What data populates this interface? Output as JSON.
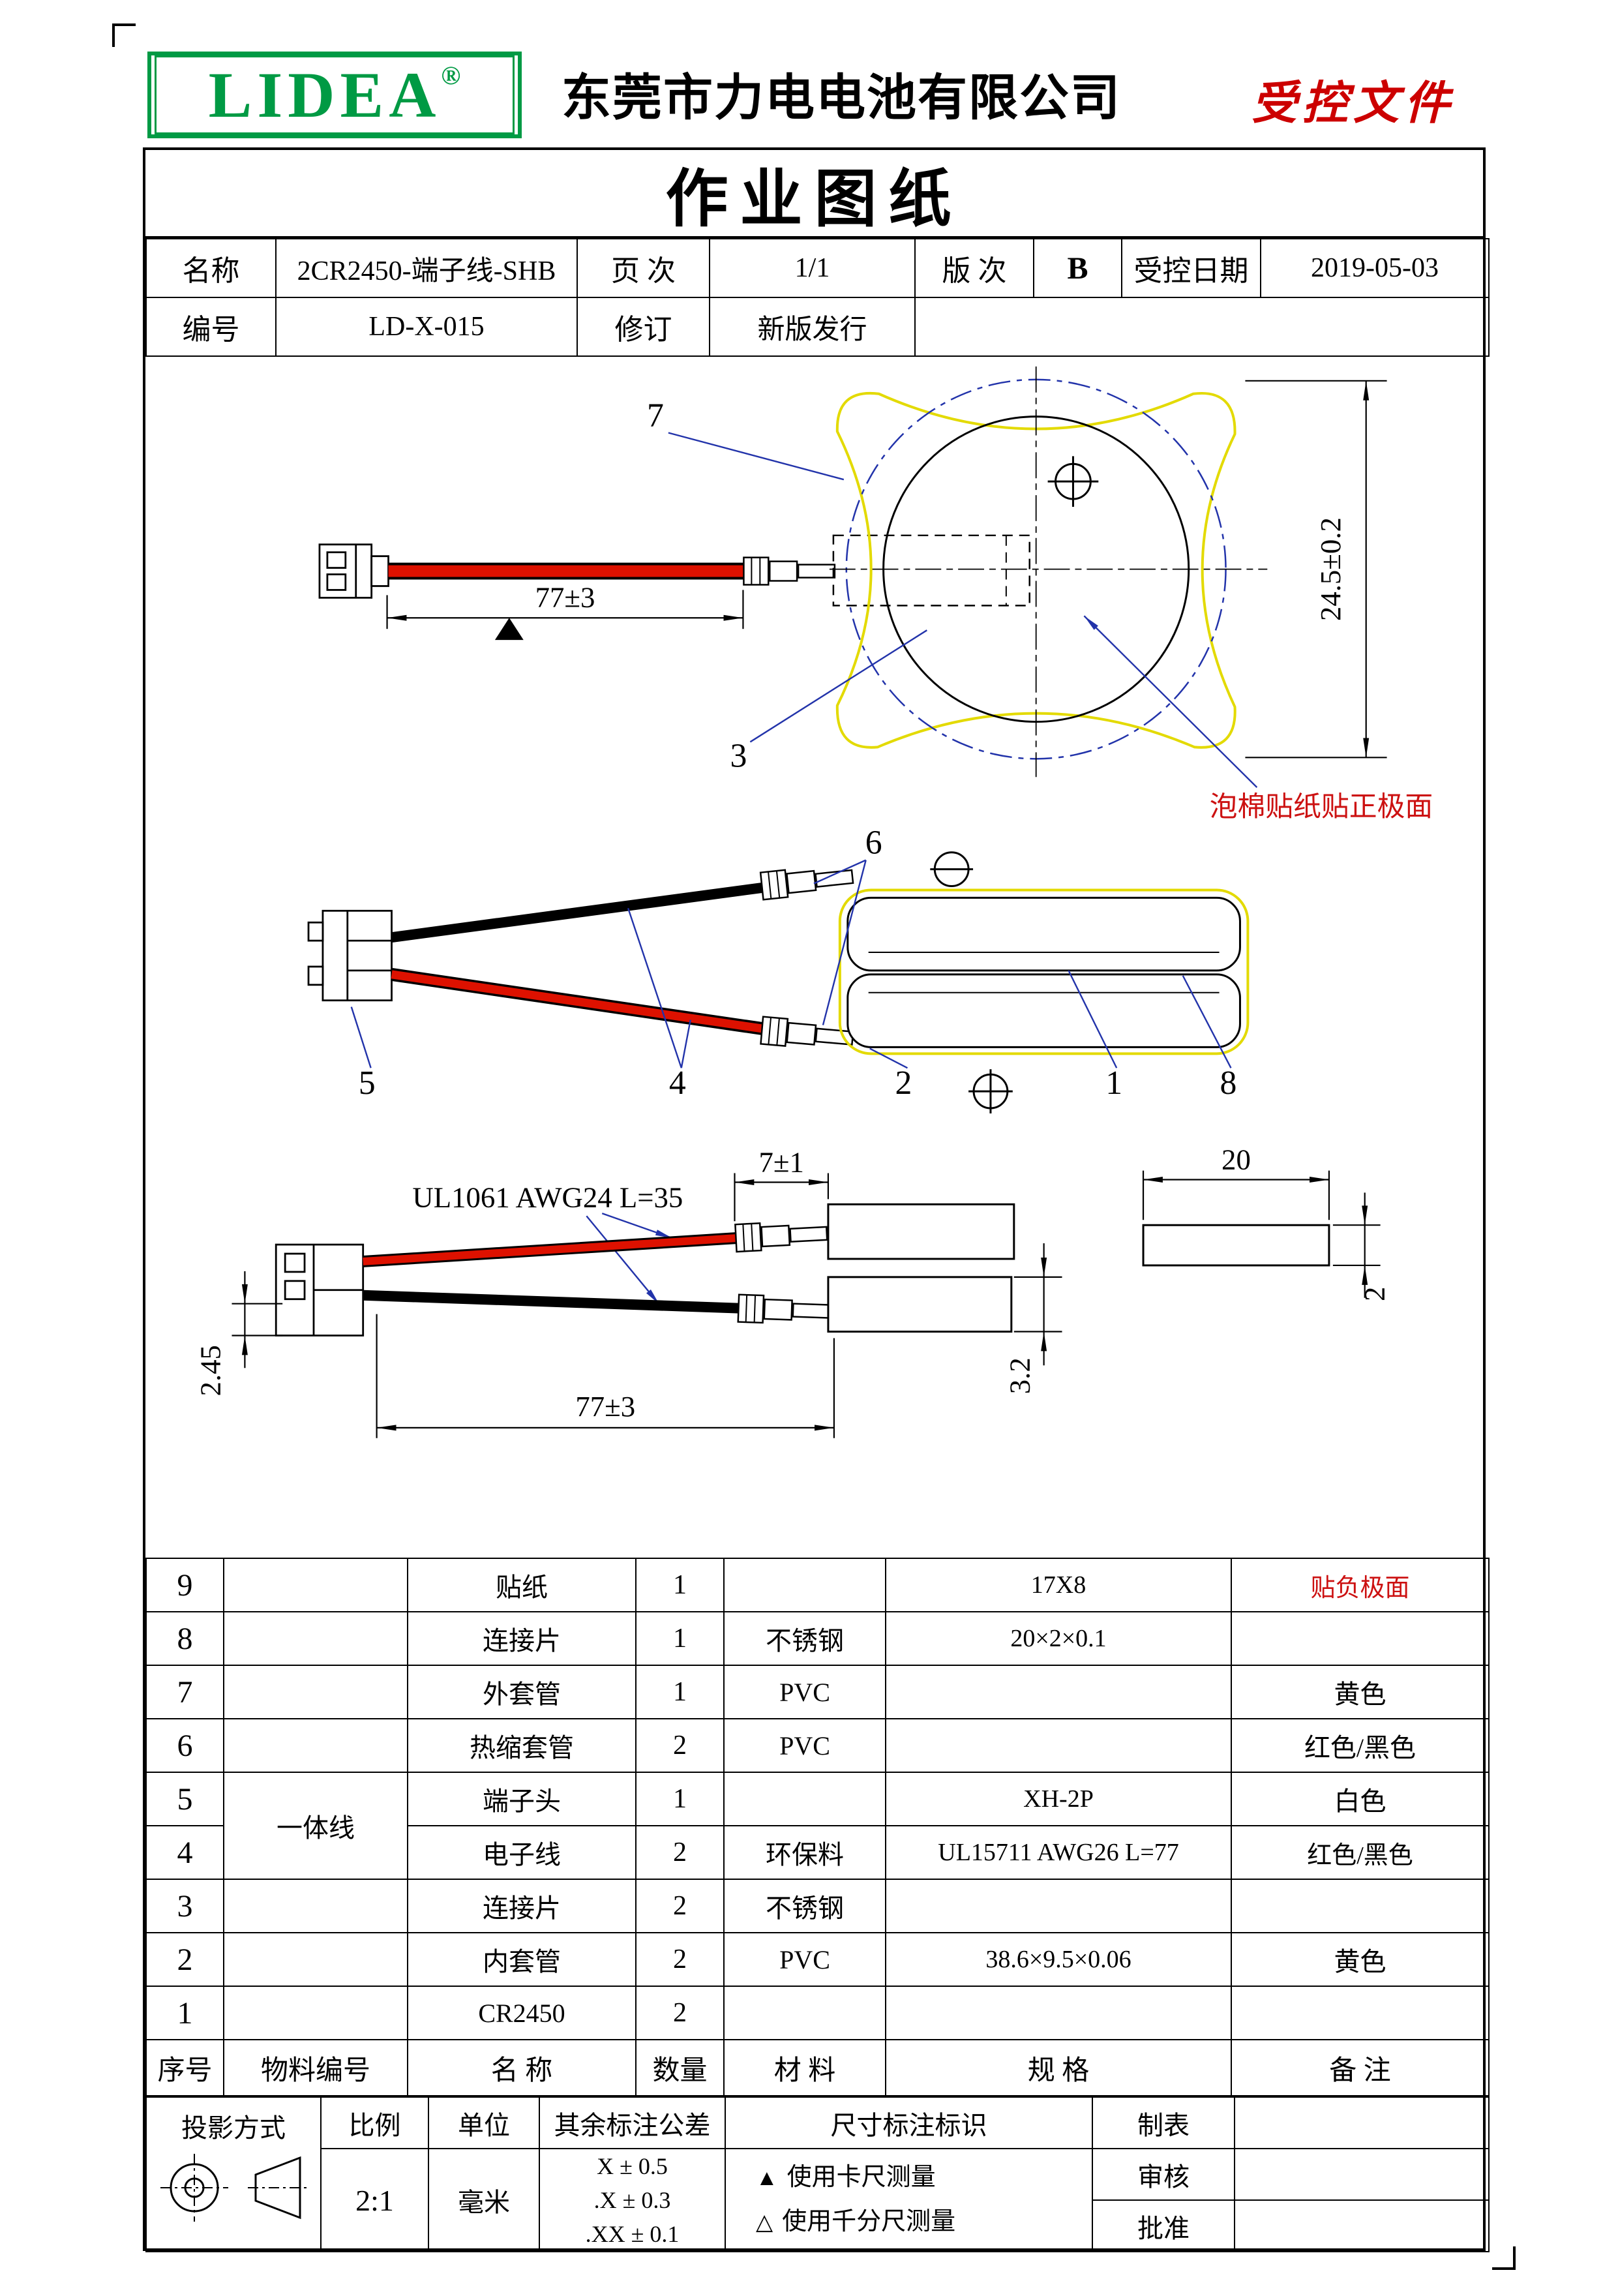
{
  "page": {
    "logo_text": "LIDEA",
    "logo_reg": "®",
    "company": "东莞市力电电池有限公司",
    "controlled_stamp": "受控文件",
    "sheet_title": "作业图纸"
  },
  "info": {
    "name_label": "名称",
    "name_value": "2CR2450-端子线-SHB",
    "page_label": "页 次",
    "page_value": "1/1",
    "rev_label": "版 次",
    "rev_value": "B",
    "date_label": "受控日期",
    "date_value": "2019-05-03",
    "code_label": "编号",
    "code_value": "LD-X-015",
    "revise_label": "修订",
    "revise_value": "新版发行"
  },
  "drawing": {
    "balloons": {
      "b1": "1",
      "b2": "2",
      "b3": "3",
      "b4": "4",
      "b5": "5",
      "b6": "6",
      "b7": "7",
      "b8": "8"
    },
    "dims": {
      "wire_len_top": "77±3",
      "battery_dia": "24.5±0.2",
      "crimp_len": "7±1",
      "wire_len_bottom": "77±3",
      "conn_pitch": "2.45",
      "sleeve_h": "3.2",
      "tab_len": "20",
      "tab_w": "2"
    },
    "wire_spec_note": "UL1061 AWG24 L=35",
    "foam_note": "泡棉贴纸贴正极面"
  },
  "bom": {
    "integrated_label": "一体线",
    "header": {
      "no": "序号",
      "part": "物料编号",
      "name": "名  称",
      "qty": "数量",
      "material": "材  料",
      "spec": "规  格",
      "note": "备  注"
    },
    "rows": [
      {
        "no": "9",
        "name": "贴纸",
        "qty": "1",
        "material": "",
        "spec": "17X8",
        "note": "贴负极面"
      },
      {
        "no": "8",
        "name": "连接片",
        "qty": "1",
        "material": "不锈钢",
        "spec": "20×2×0.1",
        "note": ""
      },
      {
        "no": "7",
        "name": "外套管",
        "qty": "1",
        "material": "PVC",
        "spec": "",
        "note": "黄色"
      },
      {
        "no": "6",
        "name": "热缩套管",
        "qty": "2",
        "material": "PVC",
        "spec": "",
        "note": "红色/黑色"
      },
      {
        "no": "5",
        "name": "端子头",
        "qty": "1",
        "material": "",
        "spec": "XH-2P",
        "note": "白色"
      },
      {
        "no": "4",
        "name": "电子线",
        "qty": "2",
        "material": "环保料",
        "spec": "UL15711 AWG26 L=77",
        "note": "红色/黑色"
      },
      {
        "no": "3",
        "name": "连接片",
        "qty": "2",
        "material": "不锈钢",
        "spec": "",
        "note": ""
      },
      {
        "no": "2",
        "name": "内套管",
        "qty": "2",
        "material": "PVC",
        "spec": "38.6×9.5×0.06",
        "note": "黄色"
      },
      {
        "no": "1",
        "name": "CR2450",
        "qty": "2",
        "material": "",
        "spec": "",
        "note": ""
      }
    ]
  },
  "footer": {
    "projection_label": "投影方式",
    "scale_label": "比例",
    "scale_value": "2:1",
    "unit_label": "单位",
    "unit_value": "毫米",
    "tolerance_label": "其余标注公差",
    "tol_rows": [
      "X ± 0.5",
      ".X ± 0.3",
      ".XX ± 0.1"
    ],
    "dim_mark_label": "尺寸标注标识",
    "caliper_mark": "▲",
    "caliper_text": "使用卡尺测量",
    "micrometer_mark": "△",
    "micrometer_text": "使用千分尺测量",
    "prepared_label": "制表",
    "checked_label": "审核",
    "approved_label": "批准"
  },
  "colors": {
    "logo_green": "#009a44",
    "stamp_red": "#cc0000",
    "wire_red": "#dd1100",
    "sleeve_yellow": "#e3da00",
    "leader_blue": "#2233aa",
    "note_red": "#cc1111"
  }
}
